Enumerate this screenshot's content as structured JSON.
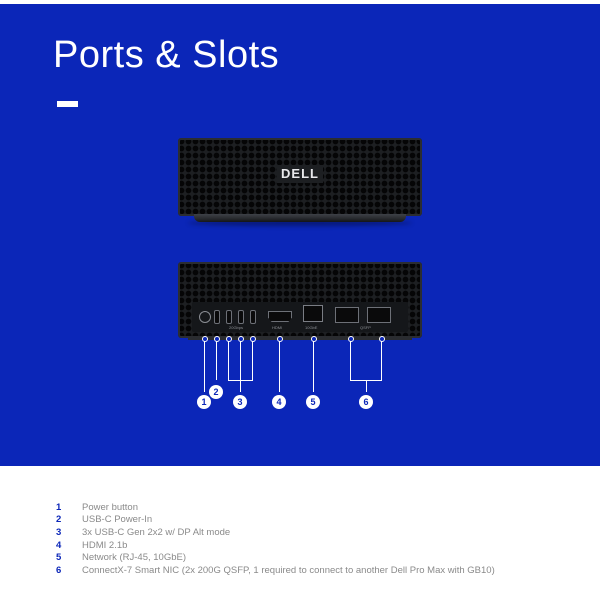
{
  "header": {
    "title": "Ports & Slots"
  },
  "device": {
    "brand_logo": "DELL",
    "rear_labels": {
      "usbc_group": "20Gbps",
      "hdmi": "HDMI",
      "network": "10GbE",
      "qsfp": "QSFP"
    }
  },
  "callouts": [
    "1",
    "2",
    "3",
    "4",
    "5",
    "6"
  ],
  "legend": [
    {
      "num": "1",
      "text": "Power button"
    },
    {
      "num": "2",
      "text": "USB-C Power-In"
    },
    {
      "num": "3",
      "text": "3x USB-C Gen 2x2 w/ DP Alt mode"
    },
    {
      "num": "4",
      "text": "HDMI 2.1b"
    },
    {
      "num": "5",
      "text": "Network (RJ-45, 10GbE)"
    },
    {
      "num": "6",
      "text": "ConnectX-7 Smart NIC (2x 200G QSFP, 1 required to connect to another Dell Pro Max with GB10)"
    }
  ],
  "colors": {
    "hero_background": "#0b26b8",
    "legend_number": "#0b26b8",
    "legend_text": "#8a8a8a"
  }
}
